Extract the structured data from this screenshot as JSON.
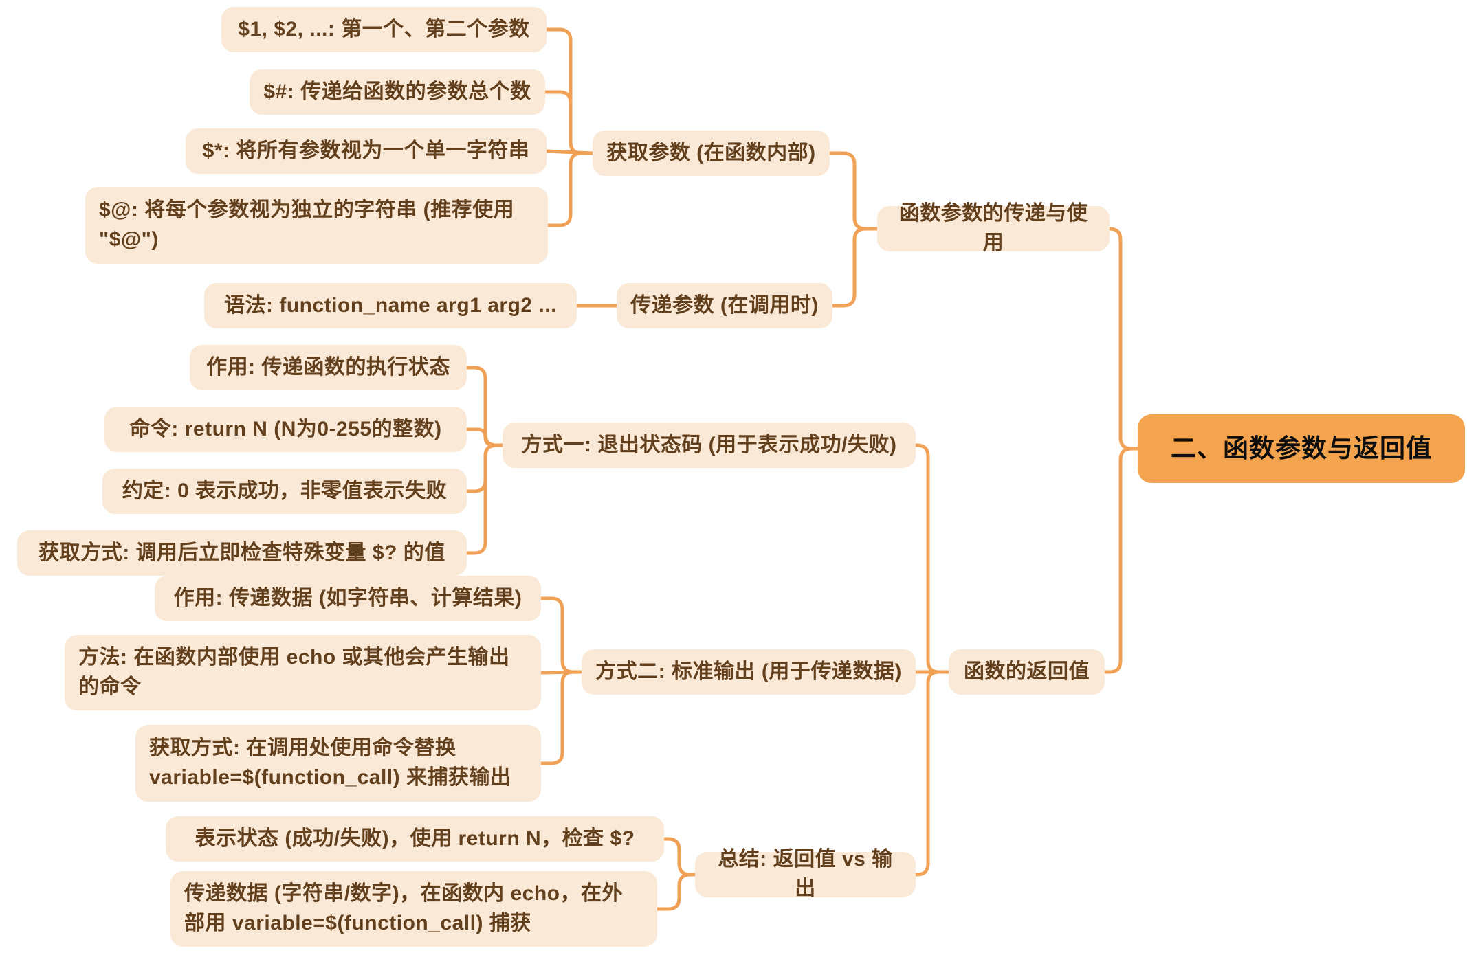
{
  "diagram_title": "二、函数参数与返回值",
  "colors": {
    "canvas_bg": "#FFFFFF",
    "node_bg": "#FBE9D7",
    "node_text": "#63401D",
    "root_bg": "#F4A44E",
    "root_text": "#0D0D0D",
    "connector": "#F0A155"
  },
  "tree": {
    "root": {
      "label": "二、函数参数与返回值",
      "children": [
        {
          "label": "函数参数的传递与使用",
          "children": [
            {
              "label": "获取参数 (在函数内部)",
              "children": [
                {
                  "label": "$1, $2, ...: 第一个、第二个参数"
                },
                {
                  "label": "$#: 传递给函数的参数总个数"
                },
                {
                  "label": "$*: 将所有参数视为一个单一字符串"
                },
                {
                  "label": "$@: 将每个参数视为独立的字符串 (推荐使用\n\"$@\")"
                }
              ]
            },
            {
              "label": "传递参数 (在调用时)",
              "children": [
                {
                  "label": "语法: function_name arg1 arg2 ..."
                }
              ]
            }
          ]
        },
        {
          "label": "函数的返回值",
          "children": [
            {
              "label": "方式一: 退出状态码 (用于表示成功/失败)",
              "children": [
                {
                  "label": "作用: 传递函数的执行状态"
                },
                {
                  "label": "命令: return N (N为0-255的整数)"
                },
                {
                  "label": "约定: 0 表示成功，非零值表示失败"
                },
                {
                  "label": "获取方式: 调用后立即检查特殊变量 $? 的值"
                }
              ]
            },
            {
              "label": "方式二: 标准输出 (用于传递数据)",
              "children": [
                {
                  "label": "作用: 传递数据 (如字符串、计算结果)"
                },
                {
                  "label": "方法: 在函数内部使用 echo 或其他会产生输出\n的命令"
                },
                {
                  "label": "获取方式: 在调用处使用命令替换\nvariable=$(function_call) 来捕获输出"
                }
              ]
            },
            {
              "label": "总结: 返回值 vs 输出",
              "children": [
                {
                  "label": "表示状态 (成功/失败)，使用 return N，检查 $?"
                },
                {
                  "label": "传递数据 (字符串/数字)，在函数内 echo，在外\n部用 variable=$(function_call) 捕获"
                }
              ]
            }
          ]
        }
      ]
    }
  }
}
